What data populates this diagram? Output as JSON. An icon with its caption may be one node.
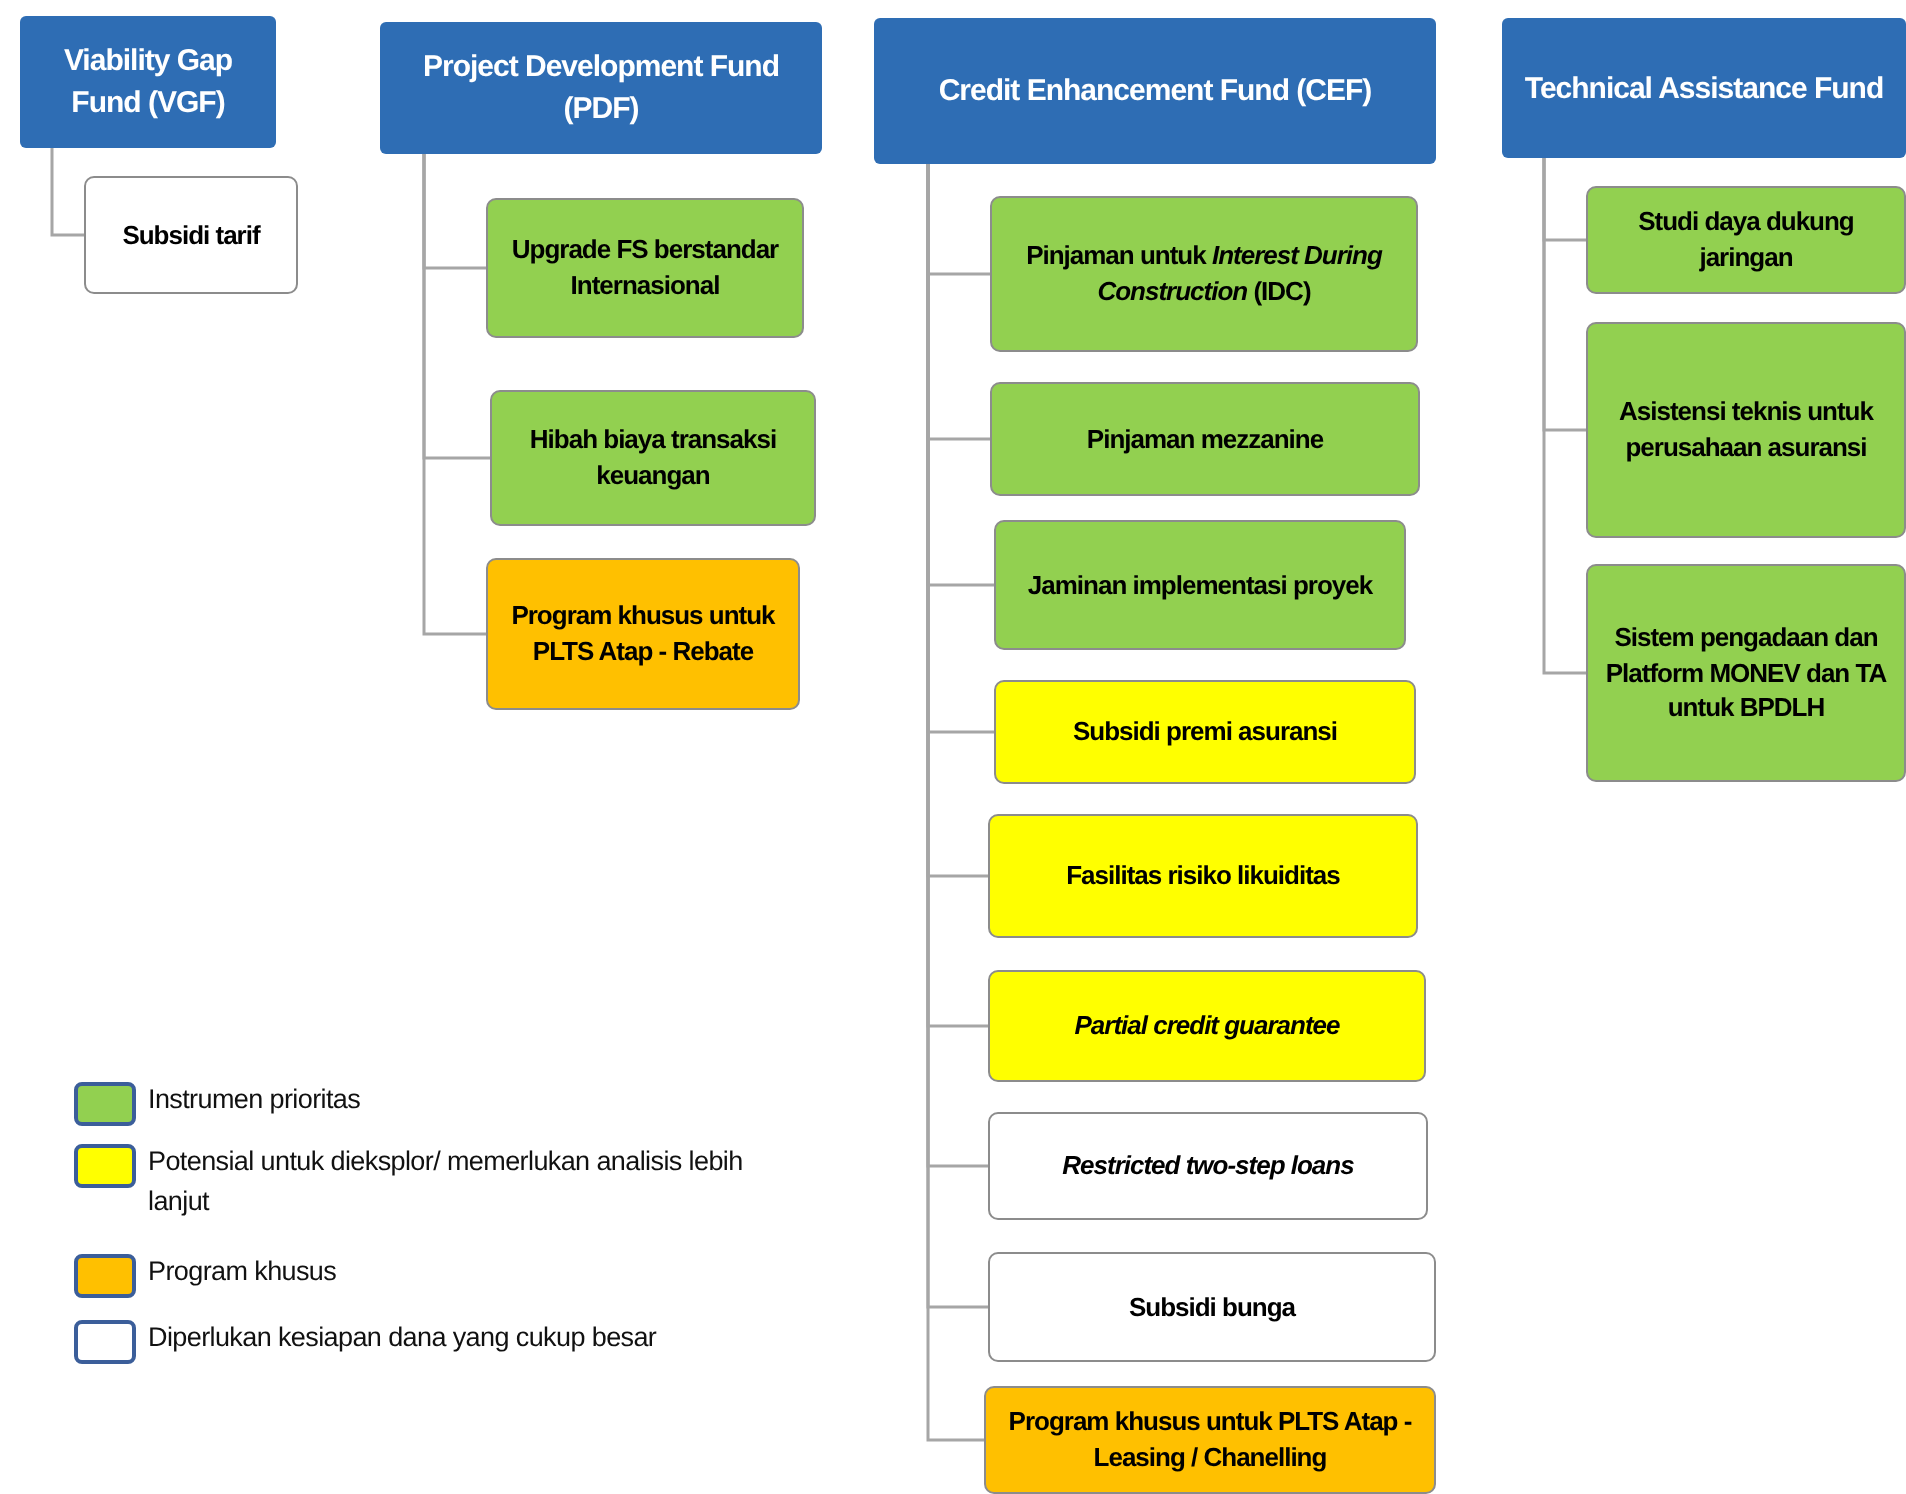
{
  "diagram": {
    "nodes": [
      {
        "text": [
          "Viability Gap Fund (VGF)"
        ]
      },
      {
        "text": [
          "Subsidi tarif"
        ]
      },
      {
        "text": [
          "Project Development Fund (PDF)"
        ]
      },
      {
        "text": [
          "Upgrade FS berstandar Internasional"
        ]
      },
      {
        "text": [
          "Hibah biaya transaksi keuangan"
        ]
      },
      {
        "text": [
          "Program khusus untuk PLTS Atap - Rebate"
        ]
      },
      {
        "text": [
          "Credit Enhancement Fund (CEF)"
        ]
      },
      {
        "text": [
          "Pinjaman untuk *Interest During Construction* (IDC)"
        ]
      },
      {
        "text": [
          "Pinjaman mezzanine"
        ]
      },
      {
        "text": [
          "Jaminan implementasi proyek"
        ]
      },
      {
        "text": [
          "Subsidi premi asuransi"
        ]
      },
      {
        "text": [
          "Fasilitas risiko likuiditas"
        ]
      },
      {
        "text": [
          "Partial credit guarantee"
        ]
      },
      {
        "text": [
          "Restricted two-step loans"
        ]
      },
      {
        "text": [
          "Subsidi bunga"
        ]
      },
      {
        "text": [
          "Program khusus untuk PLTS Atap - Leasing / Chanelling"
        ]
      },
      {
        "text": [
          "Technical Assistance Fund"
        ]
      },
      {
        "text": [
          "Studi daya dukung jaringan"
        ]
      },
      {
        "text": [
          "Asistensi teknis untuk perusahaan asuransi"
        ]
      },
      {
        "text": [
          "Sistem pengadaan dan Platform MONEV dan TA untuk BPDLH"
        ]
      }
    ],
    "edges": [
      {
        "from": 0,
        "to": 1,
        "arrow": "none"
      },
      {
        "from": 2,
        "to": 3,
        "arrow": "none"
      },
      {
        "from": 2,
        "to": 4,
        "arrow": "none"
      },
      {
        "from": 2,
        "to": 5,
        "arrow": "none"
      },
      {
        "from": 6,
        "to": 7,
        "arrow": "none"
      },
      {
        "from": 6,
        "to": 8,
        "arrow": "none"
      },
      {
        "from": 6,
        "to": 9,
        "arrow": "none"
      },
      {
        "from": 6,
        "to": 10,
        "arrow": "none"
      },
      {
        "from": 6,
        "to": 11,
        "arrow": "none"
      },
      {
        "from": 6,
        "to": 12,
        "arrow": "none"
      },
      {
        "from": 6,
        "to": 13,
        "arrow": "none"
      },
      {
        "from": 6,
        "to": 14,
        "arrow": "none"
      },
      {
        "from": 6,
        "to": 15,
        "arrow": "none"
      },
      {
        "from": 16,
        "to": 17,
        "arrow": "none"
      },
      {
        "from": 16,
        "to": 18,
        "arrow": "none"
      },
      {
        "from": 16,
        "to": 19,
        "arrow": "none"
      }
    ],
    "legend": [
      {
        "text": "Instrumen prioritas",
        "color": "#92d050"
      },
      {
        "text": "Potensial untuk dieksplor/ memerlukan analisis lebih lanjut",
        "color": "#ffff00"
      },
      {
        "text": "Program khusus",
        "color": "#ffc000"
      },
      {
        "text": "Diperlukan kesiapan dana yang cukup besar",
        "color": "#ffffff"
      }
    ]
  }
}
